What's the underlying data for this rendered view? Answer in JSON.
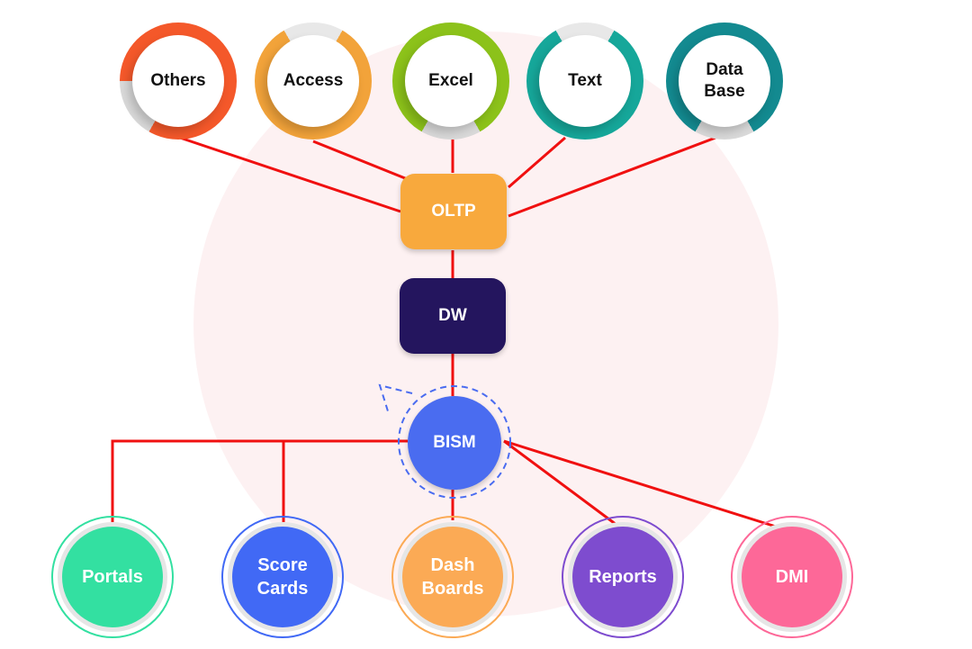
{
  "colors": {
    "connector": "#f01010",
    "background_watermark": "#fdf1f2"
  },
  "sources": [
    {
      "label": "Others",
      "ring_color": "#f4582a"
    },
    {
      "label": "Access",
      "ring_color": "#f2a33a"
    },
    {
      "label": "Excel",
      "ring_color": "#8cc21a"
    },
    {
      "label": "Text",
      "ring_color": "#16a79a"
    },
    {
      "label": "Data\nBase",
      "ring_color": "#138a90"
    }
  ],
  "pipeline": {
    "oltp": {
      "label": "OLTP",
      "color": "#f8a93d"
    },
    "dw": {
      "label": "DW",
      "color": "#24155e"
    },
    "bism": {
      "label": "BISM",
      "color": "#4a6cf0"
    }
  },
  "outputs": [
    {
      "label": "Portals",
      "color": "#33e0a1"
    },
    {
      "label": "Score\nCards",
      "color": "#4169f5"
    },
    {
      "label": "Dash\nBoards",
      "color": "#fbaa55"
    },
    {
      "label": "Reports",
      "color": "#7e4ccf"
    },
    {
      "label": "DMI",
      "color": "#fd6898"
    }
  ]
}
